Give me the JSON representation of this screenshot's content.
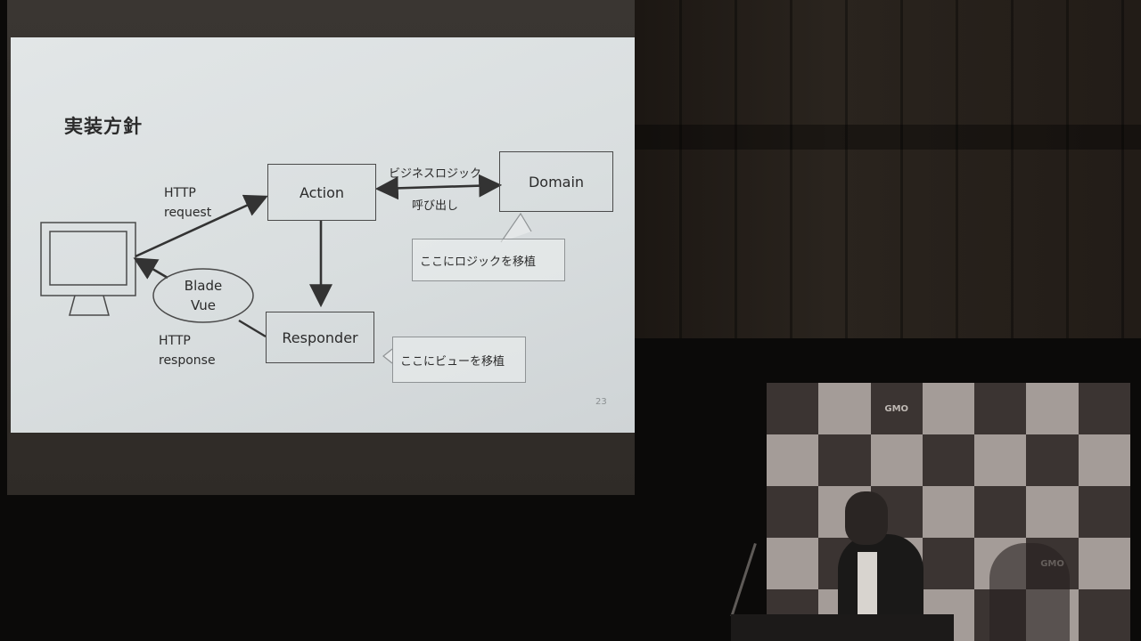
{
  "slide": {
    "title": "実装方針",
    "page_number": "23",
    "boxes": {
      "action": "Action",
      "domain": "Domain",
      "responder": "Responder",
      "blade_vue": [
        "Blade",
        "Vue"
      ]
    },
    "labels": {
      "http_request": [
        "HTTP",
        "request"
      ],
      "http_response": [
        "HTTP",
        "response"
      ],
      "business_logic_call": [
        "ビジネスロジック",
        "呼び出し"
      ]
    },
    "notes": {
      "logic": "ここにロジックを移植",
      "view": "ここにビューを移植"
    }
  },
  "backdrop": {
    "brand_text": "GMO",
    "colors": {
      "dark_tile": "#3b3432",
      "light_tile": "#a49c98"
    }
  },
  "colors": {
    "slide_bg": "#dfe3e4",
    "ink": "#2b2b2b",
    "room": "#0b0a09"
  }
}
